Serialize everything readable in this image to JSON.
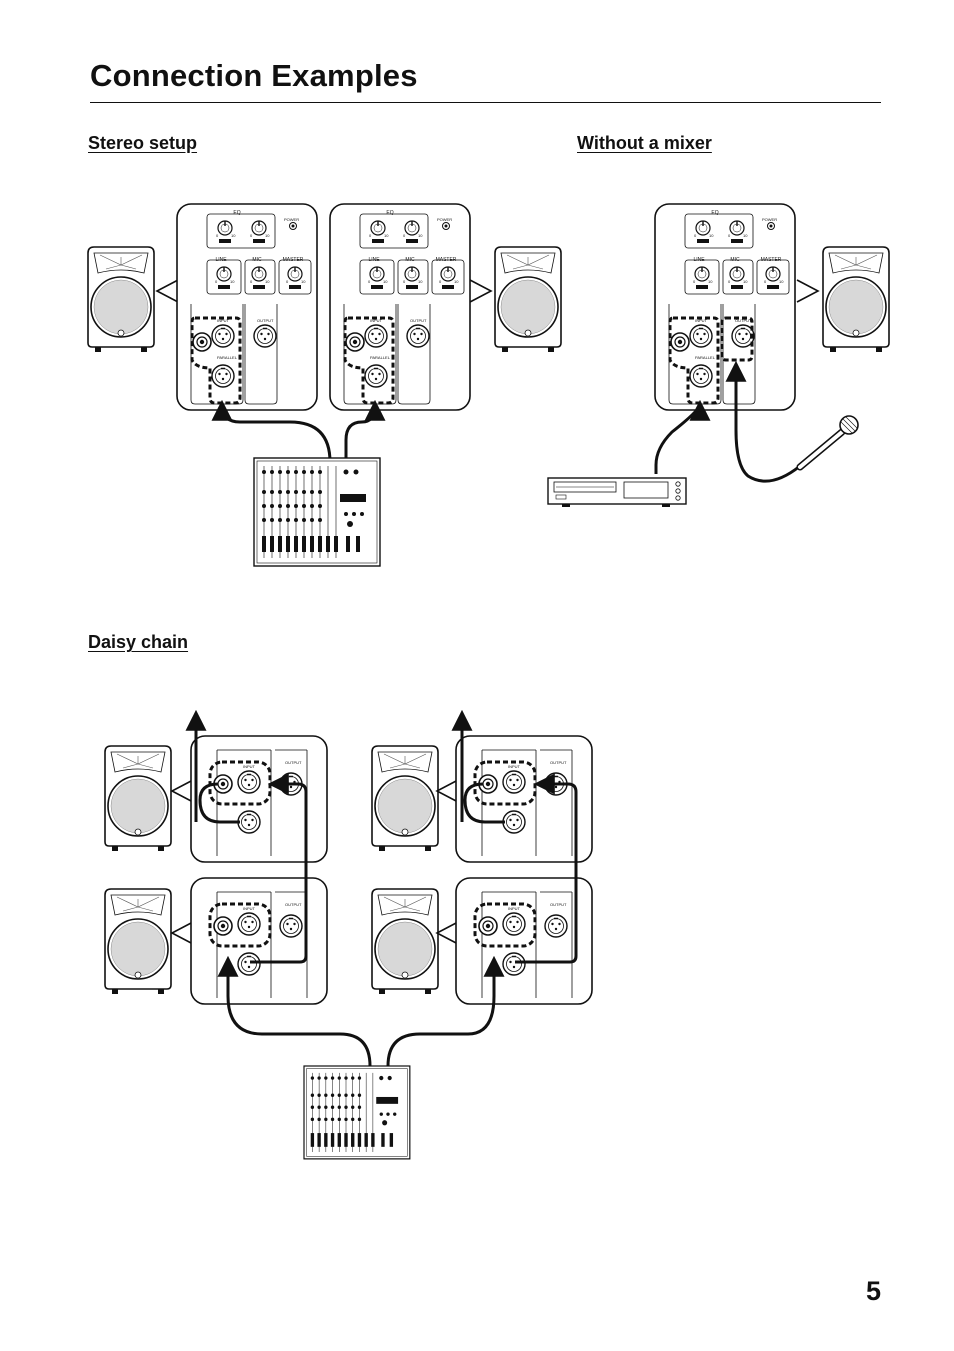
{
  "page": {
    "title": "Connection Examples",
    "page_number": "5"
  },
  "sections": {
    "stereo": "Stereo setup",
    "no_mixer": "Without a mixer",
    "daisy": "Daisy chain"
  },
  "panel_labels": {
    "eq": "EQ",
    "power": "POWER",
    "line": "LINE",
    "mic": "MIC",
    "master": "MASTER"
  },
  "colors": {
    "ink": "#111111",
    "paper": "#ffffff"
  },
  "icons": [
    "speaker-icon",
    "control-panel-icon",
    "mixer-icon",
    "cd-player-icon",
    "microphone-icon",
    "arrow-icon"
  ]
}
